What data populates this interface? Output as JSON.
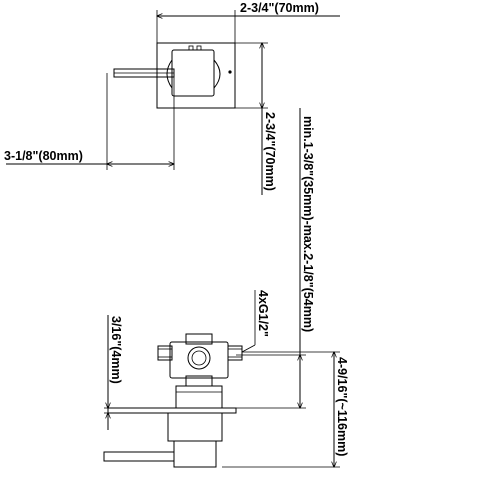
{
  "dimensions": {
    "plate_width": "2-3/4\"(70mm)",
    "plate_height": "2-3/4\"(70mm)",
    "handle_length": "3-1/8\"(80mm)",
    "wall_depth": "min.1-3/8\"(35mm)-max.2-1/8\"(54mm)",
    "thread": "4xG1/2\"",
    "plate_thickness": "3/16\"(4mm)",
    "total_depth": "4-9/16\"(~116mm)"
  },
  "colors": {
    "line": "#000000",
    "background": "#ffffff"
  }
}
